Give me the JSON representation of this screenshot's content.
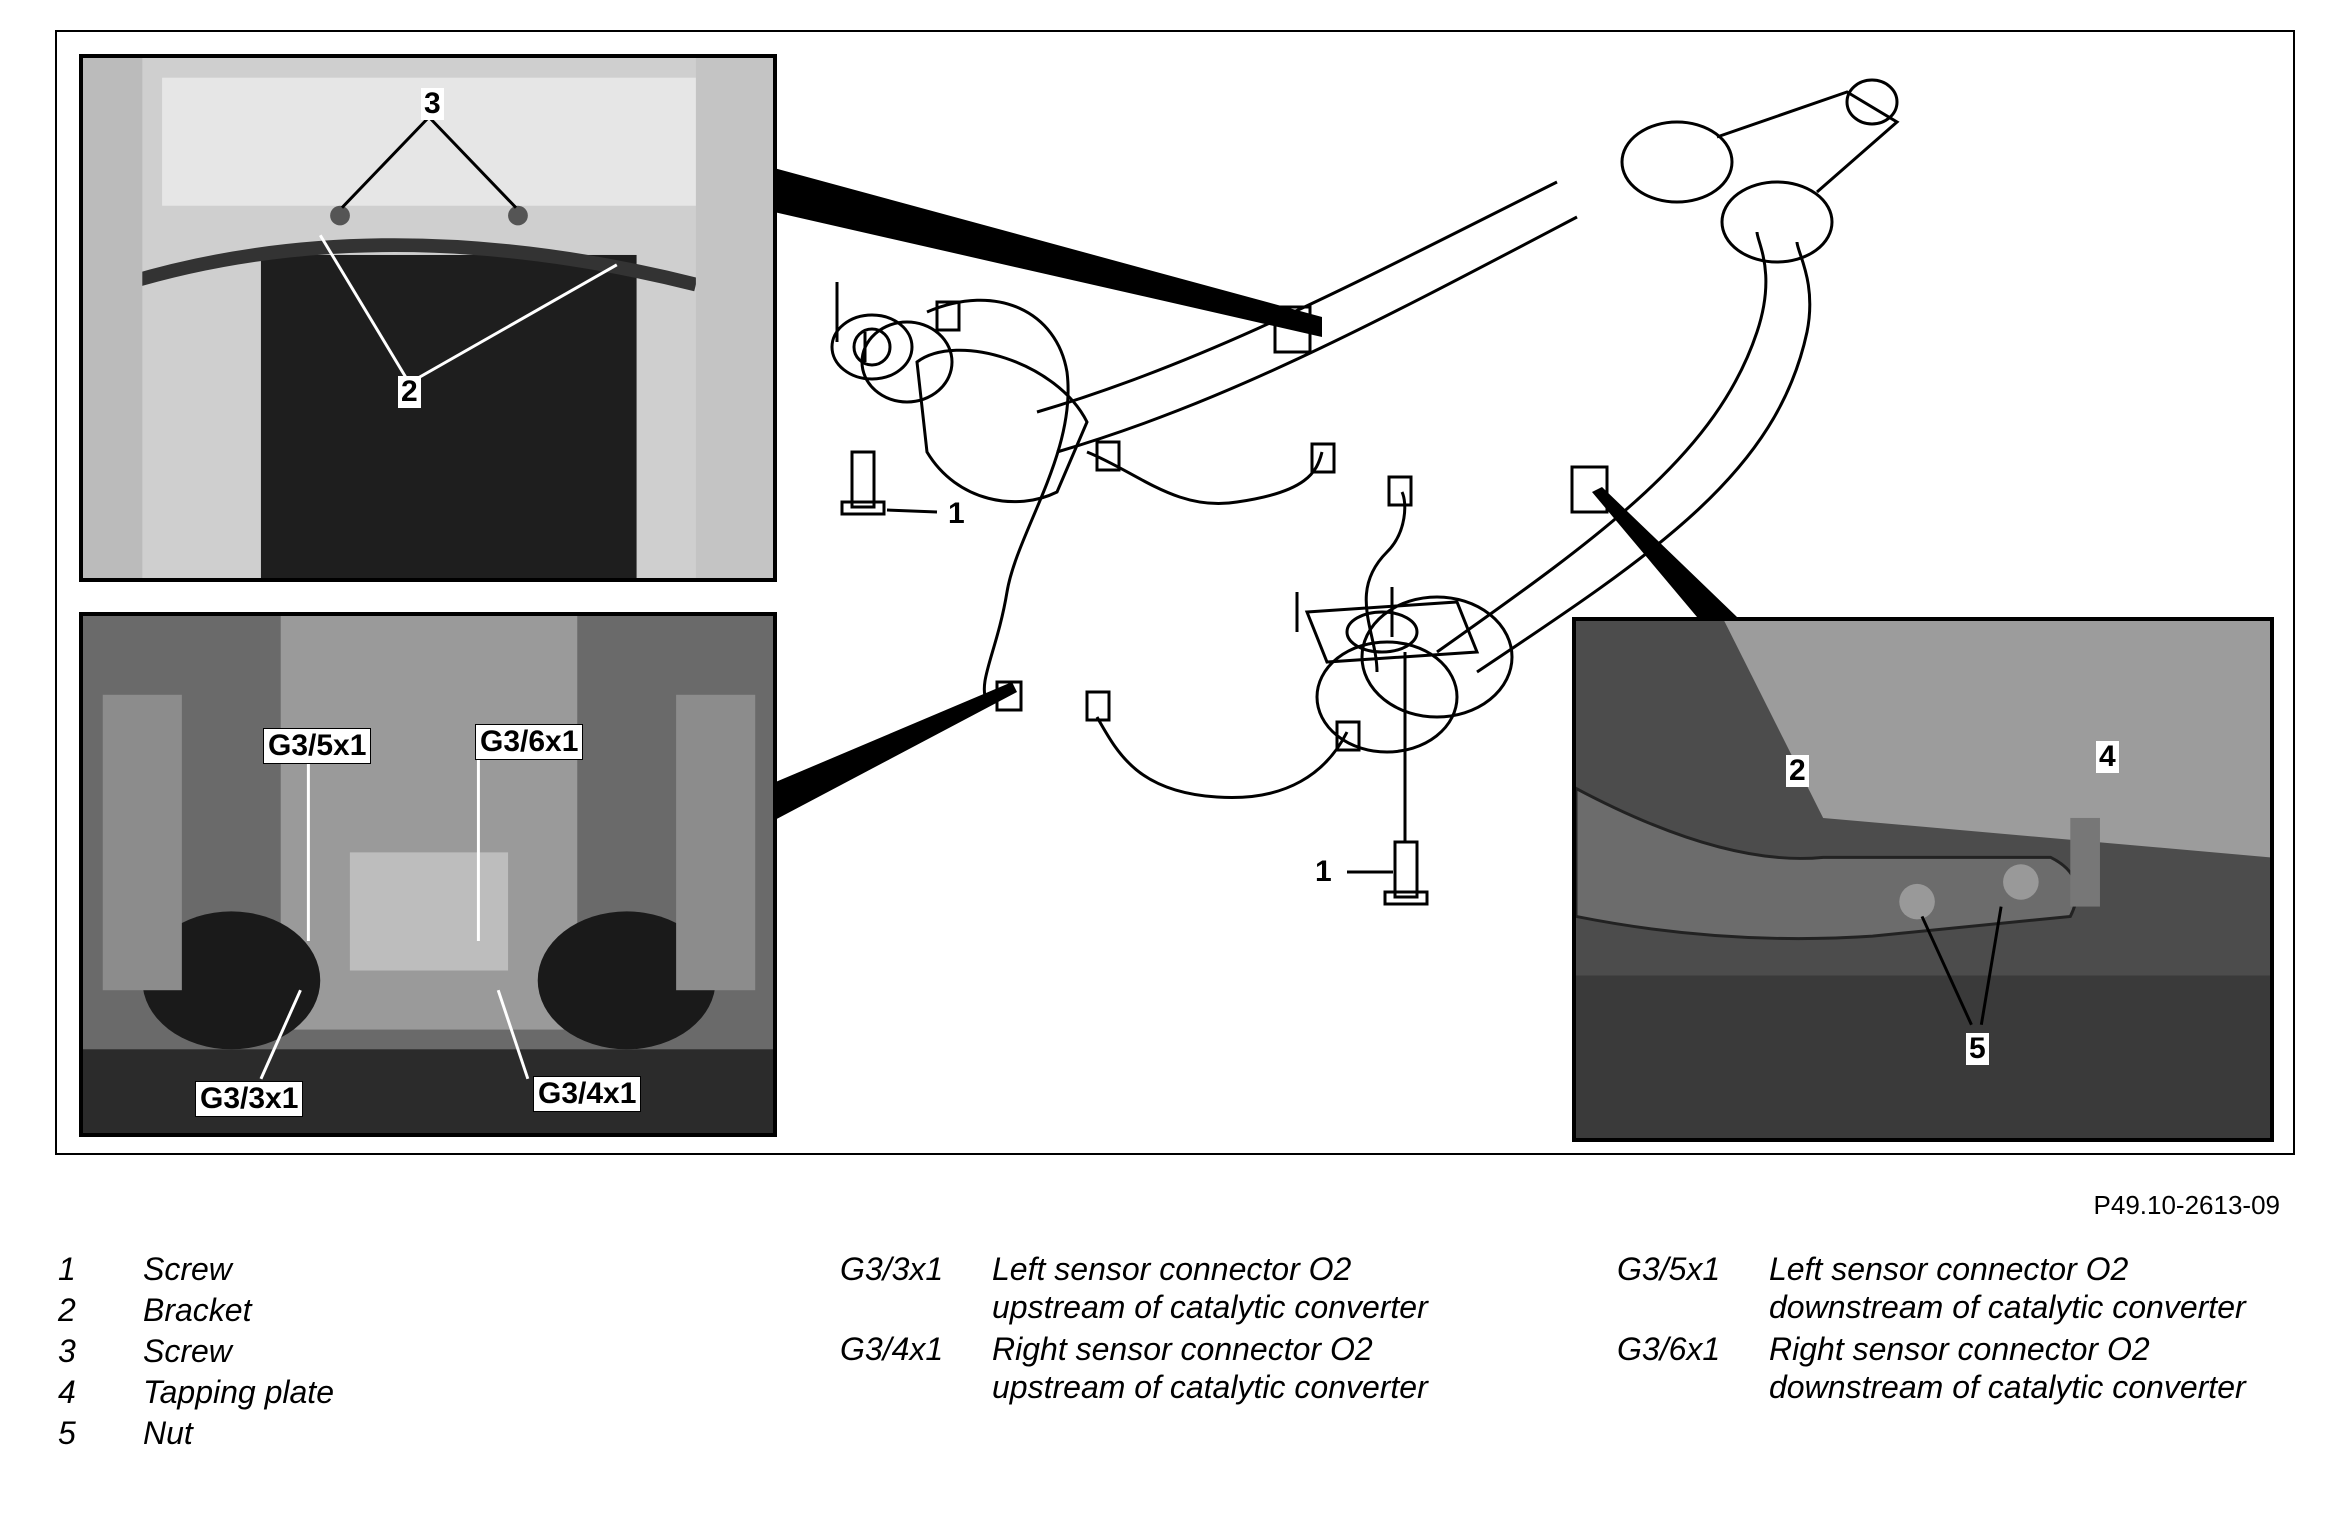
{
  "diagram": {
    "reference_code": "P49.10-2613-09",
    "photo_top_left": {
      "callouts": [
        "3",
        "2"
      ]
    },
    "photo_bottom_left": {
      "callouts": [
        "G3/5x1",
        "G3/6x1",
        "G3/3x1",
        "G3/4x1"
      ]
    },
    "photo_right": {
      "callouts": [
        "2",
        "4",
        "5"
      ]
    },
    "drawing": {
      "callouts": [
        "1",
        "1"
      ]
    }
  },
  "legend": {
    "col1": [
      {
        "num": "1",
        "text": "Screw"
      },
      {
        "num": "2",
        "text": "Bracket"
      },
      {
        "num": "3",
        "text": "Screw"
      },
      {
        "num": "4",
        "text": "Tapping plate"
      },
      {
        "num": "5",
        "text": "Nut"
      }
    ],
    "col2": [
      {
        "code": "G3/3x1",
        "line1": "Left sensor connector O2",
        "line2": "upstream of catalytic converter"
      },
      {
        "code": "G3/4x1",
        "line1": "Right sensor connector O2",
        "line2": "upstream of catalytic converter"
      }
    ],
    "col3": [
      {
        "code": "G3/5x1",
        "line1": "Left sensor connector O2",
        "line2": "downstream of catalytic converter"
      },
      {
        "code": "G3/6x1",
        "line1": "Right sensor connector O2",
        "line2": "downstream of catalytic converter"
      }
    ]
  }
}
